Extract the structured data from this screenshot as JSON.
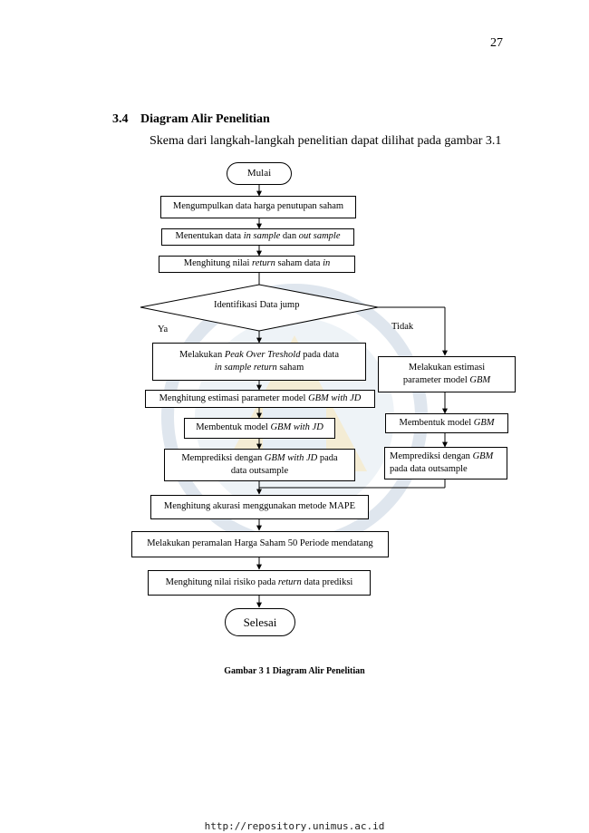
{
  "page_number": "27",
  "section": {
    "number": "3.4",
    "title": "Diagram Alir Penelitian"
  },
  "intro_text": "Skema dari langkah-langkah penelitian dapat dilihat pada gambar 3.1",
  "flowchart": {
    "start": "Mulai",
    "step1": "Mengumpulkan data harga penutupan saham",
    "step2": {
      "a": "Menentukan data ",
      "b": "in sample",
      "c": " dan ",
      "d": "out sample"
    },
    "step3": {
      "a": "Menghitung nilai ",
      "b": "return",
      "c": " saham data ",
      "d": "in"
    },
    "decision": "Identifikasi Data jump",
    "yes_label": "Ya",
    "no_label": "Tidak",
    "left": {
      "pot": {
        "a": "Melakukan ",
        "b": "Peak Over Treshold",
        "c": " pada data ",
        "d": "in sample return",
        "e": " saham"
      },
      "estimate": {
        "a": "Menghitung estimasi parameter model ",
        "b": "GBM with JD"
      },
      "model": {
        "a": "Membentuk model ",
        "b": "GBM with JD"
      },
      "predict": {
        "a": "Memprediksi dengan ",
        "b": "GBM with JD",
        "c": " pada",
        "d": "data outsample"
      }
    },
    "right": {
      "estimate": {
        "a": "Melakukan estimasi",
        "b": "parameter model ",
        "c": "GBM"
      },
      "model": {
        "a": "Membentuk model ",
        "b": "GBM"
      },
      "predict": {
        "a": "Memprediksi dengan ",
        "b": "GBM",
        "c": "pada data outsample"
      }
    },
    "mape": "Menghitung akurasi menggunakan metode MAPE",
    "forecast": "Melakukan peramalan Harga Saham 50 Periode mendatang",
    "risk": {
      "a": "Menghitung nilai risiko pada ",
      "b": "return",
      "c": " data prediksi"
    },
    "end": "Selesai"
  },
  "caption": "Gambar 3 1 Diagram Alir Penelitian",
  "footer_url": "http://repository.unimus.ac.id"
}
